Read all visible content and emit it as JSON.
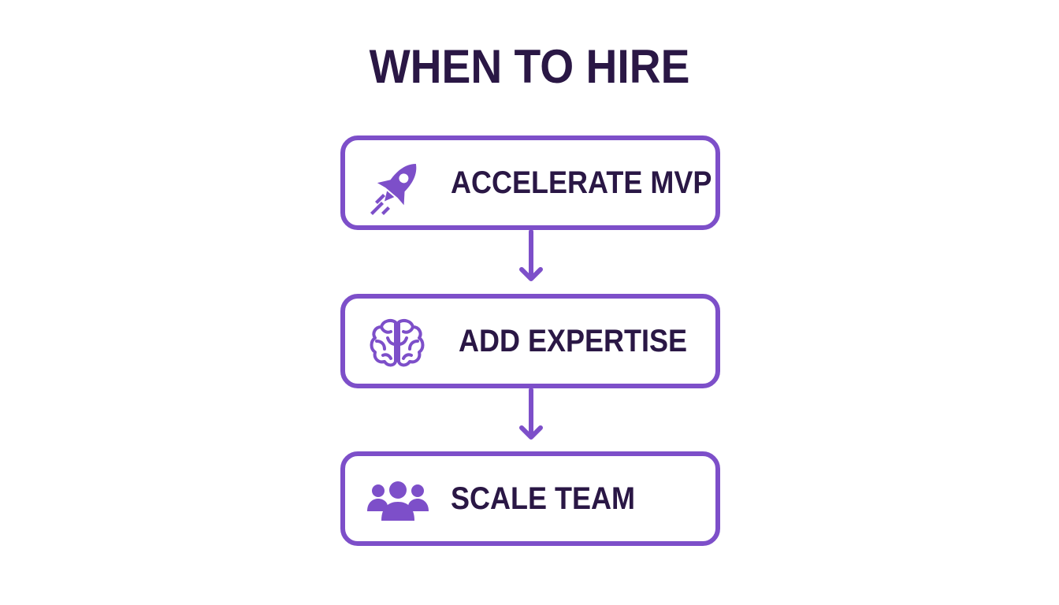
{
  "title": "WHEN TO HIRE",
  "colors": {
    "accent": "#7d4fc9",
    "text": "#2a1745",
    "background": "#ffffff"
  },
  "steps": [
    {
      "label": "ACCELERATE MVP",
      "icon": "rocket-icon"
    },
    {
      "label": "ADD EXPERTISE",
      "icon": "brain-icon"
    },
    {
      "label": "SCALE TEAM",
      "icon": "team-icon"
    }
  ]
}
